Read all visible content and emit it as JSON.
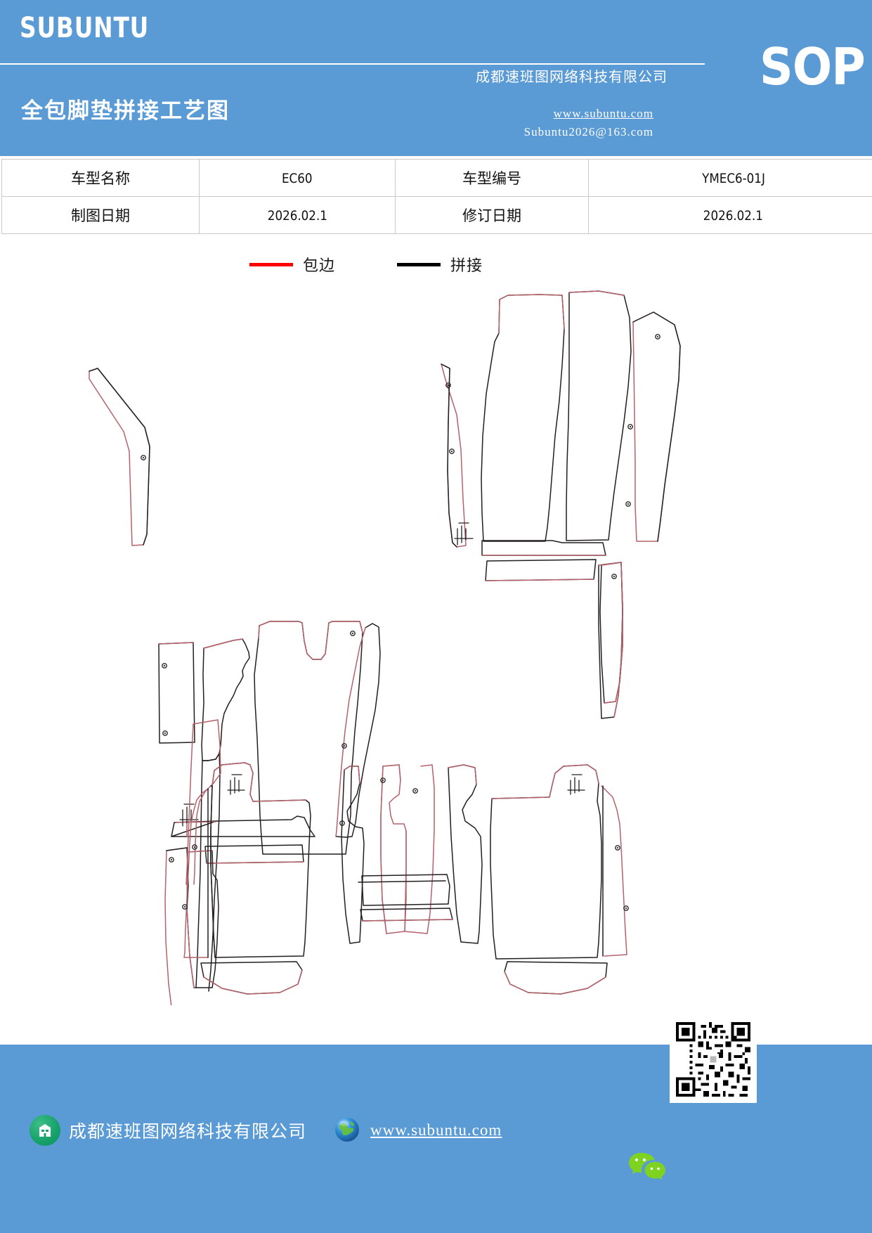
{
  "header": {
    "brand": "SUBUNTU",
    "doc_title": "全包脚垫拼接工艺图",
    "company_cn": "成都速班图网络科技有限公司",
    "badge": "SOP",
    "website": "www.subuntu.com",
    "email": "Subuntu2026@163.com",
    "accent_color": "#5B9BD5"
  },
  "info_table": {
    "rows": [
      {
        "label1": "车型名称",
        "value1": "EC60",
        "label2": "车型编号",
        "value2": "YMEC6-01J"
      },
      {
        "label1": "制图日期",
        "value1": "2026.02.1",
        "label2": "修订日期",
        "value2": "2026.02.1"
      }
    ]
  },
  "legend": {
    "items": [
      {
        "label": "包边",
        "color": "#ff0000",
        "icon": "red-line-swatch"
      },
      {
        "label": "拼接",
        "color": "#000000",
        "icon": "black-line-swatch"
      }
    ]
  },
  "drawing": {
    "title": "全包脚垫拼接工艺图",
    "binding_color": "#b5626b",
    "seam_color": "#231f20",
    "eyelet_color": "#2a2a2a",
    "piece_count": 22,
    "groups": [
      "front-left-assembly",
      "front-right-assembly",
      "mid-left-panel",
      "mid-right-panel",
      "rear-left-assembly",
      "rear-center-assembly",
      "rear-right-assembly"
    ]
  },
  "footer": {
    "company_icon": "company-building-icon",
    "company_name": "成都速班图网络科技有限公司",
    "globe_icon": "globe-icon",
    "website": "www.subuntu.com",
    "wechat_icon": "wechat-icon",
    "qr_icon": "qr-code-icon",
    "accent_color": "#5B9BD5"
  }
}
